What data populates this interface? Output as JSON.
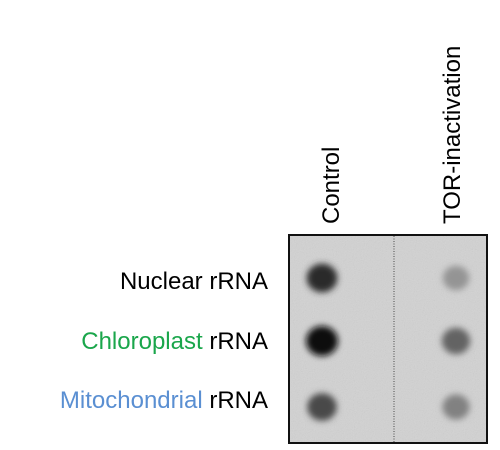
{
  "columns": [
    {
      "label": "Control"
    },
    {
      "label": "TOR-inactivation"
    }
  ],
  "rows": [
    {
      "prefix": "Nuclear",
      "suffix": "rRNA",
      "prefix_color": "#000000"
    },
    {
      "prefix": "Chloroplast",
      "suffix": "rRNA",
      "prefix_color": "#1aa64b"
    },
    {
      "prefix": "Mitochondrial",
      "suffix": "rRNA",
      "prefix_color": "#5a8fd2"
    }
  ],
  "spot_intensity": [
    [
      0.85,
      0.3
    ],
    [
      1.0,
      0.55
    ],
    [
      0.7,
      0.4
    ]
  ],
  "colors": {
    "membrane": "#d3d3d3",
    "frame": "#111111"
  }
}
